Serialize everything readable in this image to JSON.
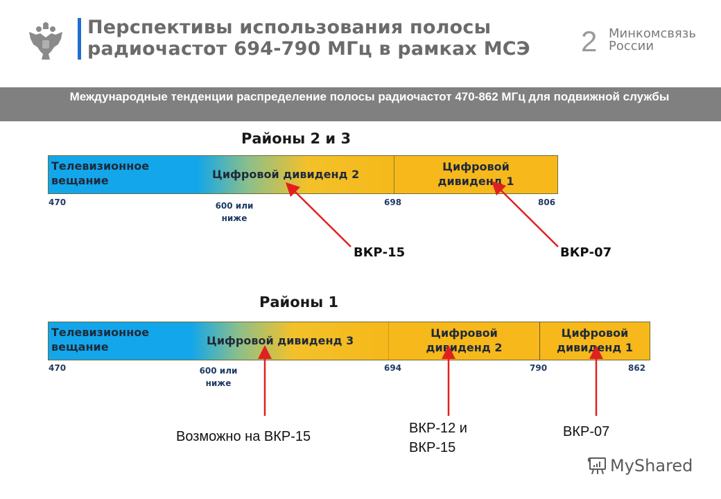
{
  "header": {
    "title_line1": "Перспективы использования полосы",
    "title_line2": "радиочастот 694-790 МГц в рамках МСЭ",
    "slide_number": "2",
    "ministry_line1": "Минкомсвязь",
    "ministry_line2": "России",
    "emblem_icon": "double-headed-eagle-icon",
    "accent_color": "#1f6fd1"
  },
  "banner": {
    "text": "Международные тенденции распределение полосы радиочастот 470-862 МГц для подвижной службы",
    "background": "#808080"
  },
  "diagram_top": {
    "title": "Районы 2 и 3",
    "segments": [
      {
        "label_line1": "Телевизионное",
        "label_line2": "вещание"
      },
      {
        "label": "Цифровой дивиденд 2"
      },
      {
        "label_line1": "Цифровой",
        "label_line2": "дивиденд 1"
      }
    ],
    "ticks": [
      "470",
      "698",
      "806"
    ],
    "note_line1": "600 или",
    "note_line2": "ниже",
    "callouts": [
      "ВКР-15",
      "ВКР-07"
    ]
  },
  "diagram_bottom": {
    "title": "Районы 1",
    "segments": [
      {
        "label_line1": "Телевизионное",
        "label_line2": "вещание"
      },
      {
        "label": "Цифровой дивиденд 3"
      },
      {
        "label_line1": "Цифровой",
        "label_line2": "дивиденд 2"
      },
      {
        "label_line1": "Цифровой",
        "label_line2": "дивиденд 1"
      }
    ],
    "ticks": [
      "470",
      "694",
      "790",
      "862"
    ],
    "note_line1": "600 или",
    "note_line2": "ниже",
    "callouts": [
      "Возможно на ВКР-15",
      "ВКР-12 и",
      "ВКР-15",
      "ВКР-07"
    ]
  },
  "colors": {
    "tv_blue": "#13a6ea",
    "dividend_orange": "#f6b81a",
    "arrow_red": "#e02020"
  },
  "watermark": {
    "text": "MyShared",
    "icon": "presentation-board-icon"
  }
}
